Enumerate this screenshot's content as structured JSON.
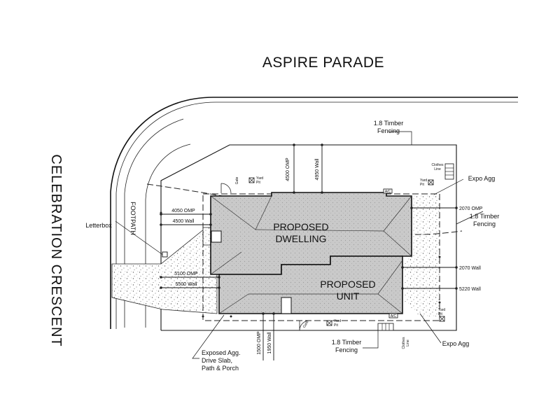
{
  "streets": {
    "north": "ASPIRE PARADE",
    "west": "CELEBRATION CRESCENT",
    "footpath": "FOOTPATH"
  },
  "buildings": {
    "dwelling": [
      "PROPOSED",
      "DWELLING"
    ],
    "unit": [
      "PROPOSED",
      "UNIT"
    ]
  },
  "setbacks": {
    "north_omp": "4500 OMP",
    "north_wall": "4950 Wall",
    "west_omp_upper": "4050 OMP",
    "west_wall_upper": "4500 Wall",
    "west_omp_lower": "5100 OMP",
    "west_wall_lower": "5500 Wall",
    "east_omp_upper": "2070 OMP",
    "east_wall_middle": "2070 Wall",
    "east_wall_lower": "5220 Wall",
    "south_omp": "1500 OMP",
    "south_wall": "1950 Wall"
  },
  "callouts": {
    "fencing_north": [
      "1.8 Timber",
      "Fencing"
    ],
    "fencing_east": [
      "1.8 Timber",
      "Fencing"
    ],
    "fencing_south": [
      "1.8 Timber",
      "Fencing"
    ],
    "expo_agg_top": "Expo Agg",
    "expo_agg_bottom": "Expo Agg",
    "letterbox": "Letterbox",
    "exposed_agg": [
      "Exposed Agg.",
      "Drive Slab,",
      "Path & Porch"
    ]
  },
  "small_labels": {
    "clothes_line_top": [
      "Clothes",
      "Line"
    ],
    "clothes_line_bottom": [
      "Clothes",
      "Line"
    ],
    "yard_pit": [
      "Yard",
      "Pit"
    ],
    "gate": "Gate",
    "ac": "A/C"
  }
}
